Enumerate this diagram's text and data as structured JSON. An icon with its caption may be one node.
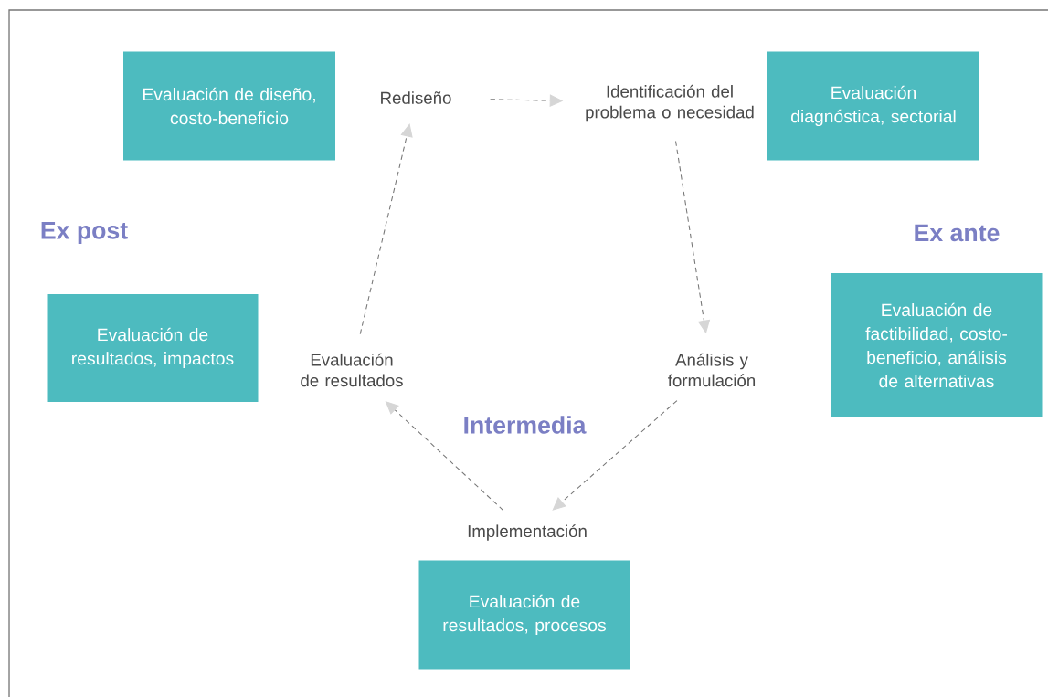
{
  "diagram": {
    "nodes": [
      {
        "text": [
          "Evaluación de diseño, costo-beneficio"
        ]
      },
      {
        "text": [
          "Rediseño"
        ]
      },
      {
        "text": [
          "Identificación del problema o necesidad"
        ]
      },
      {
        "text": [
          "Evaluación diagnóstica, sectorial"
        ]
      },
      {
        "text": [
          "Evaluación de resultados, impactos"
        ]
      },
      {
        "text": [
          "Evaluación de resultados"
        ]
      },
      {
        "text": [
          "Análisis y formulación"
        ]
      },
      {
        "text": [
          "Evaluación de factibilidad, costo-beneficio, análisis de alternativas"
        ]
      },
      {
        "text": [
          "Implementación"
        ]
      },
      {
        "text": [
          "Evaluación de resultados, procesos"
        ]
      }
    ],
    "edges": [
      {
        "from": 1,
        "to": 2,
        "arrow": "to",
        "style": "dashed"
      },
      {
        "from": 2,
        "to": 6,
        "arrow": "to",
        "style": "dashed"
      },
      {
        "from": 6,
        "to": 8,
        "arrow": "to",
        "style": "dashed"
      },
      {
        "from": 8,
        "to": 5,
        "arrow": "to",
        "style": "dashed"
      },
      {
        "from": 5,
        "to": 1,
        "arrow": "to",
        "style": "dashed"
      }
    ],
    "labels": [
      "Ex post",
      "Ex ante",
      "Intermedia"
    ]
  }
}
